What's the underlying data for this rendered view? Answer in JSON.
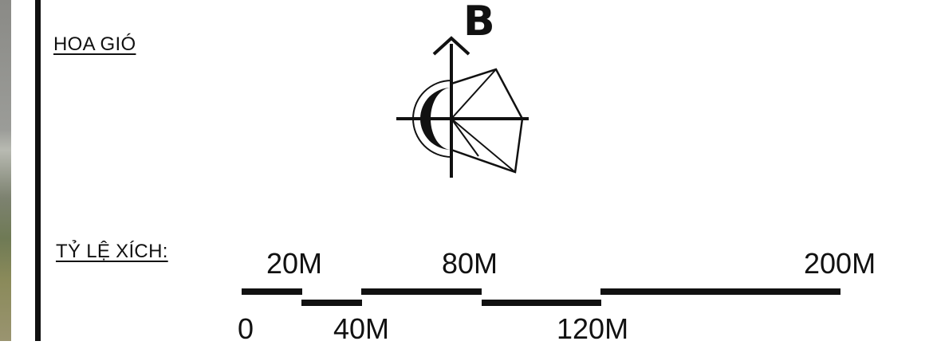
{
  "labels": {
    "wind_rose": "HOA GIÓ",
    "scale": "TỶ LỆ XÍCH:",
    "north": "B"
  },
  "scale_bar": {
    "ticks_top": [
      "20M",
      "80M",
      "200M"
    ],
    "ticks_bottom": [
      "0",
      "40M",
      "120M"
    ]
  }
}
